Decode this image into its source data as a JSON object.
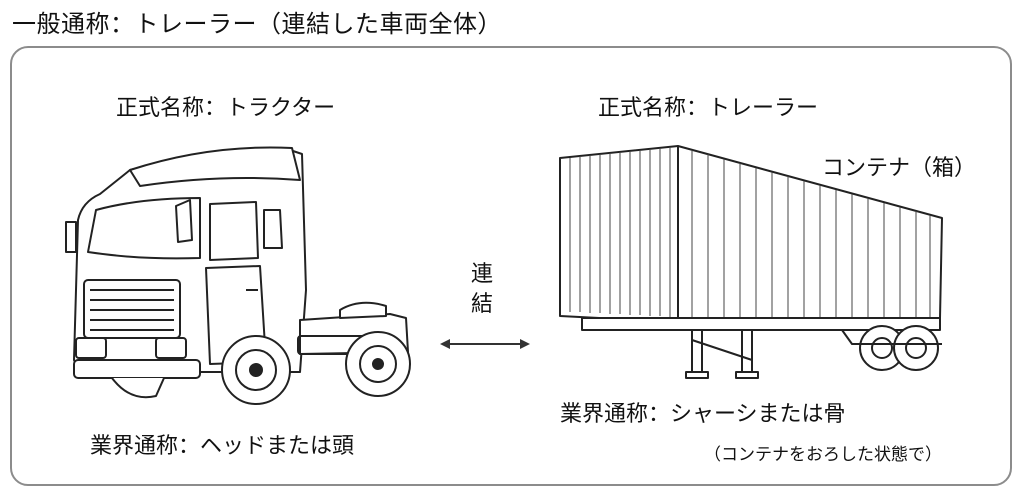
{
  "heading": "一般通称：トレーラー（連結した車両全体）",
  "left": {
    "official_name": "正式名称：トラクター",
    "industry_name": "業界通称：ヘッドまたは頭"
  },
  "middle": {
    "connection_label": "連結"
  },
  "right": {
    "official_name": "正式名称：トレーラー",
    "container_label": "コンテナ（箱）",
    "industry_name": "業界通称：シャーシまたは骨",
    "note": "（コンテナをおろした状態で）"
  }
}
